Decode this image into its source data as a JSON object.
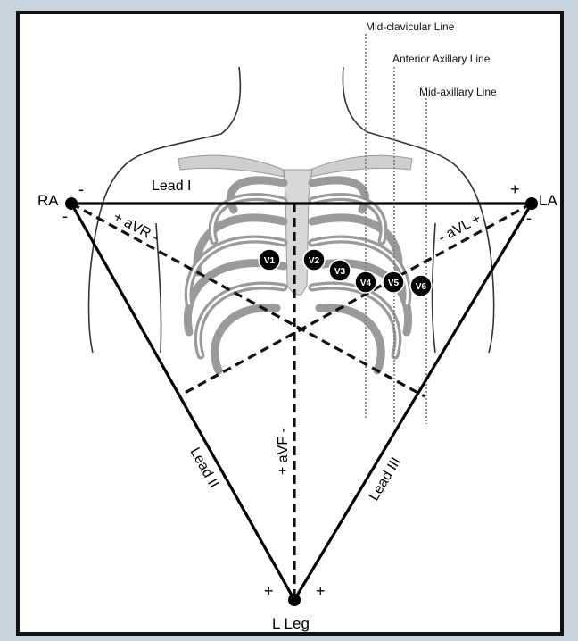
{
  "lines": {
    "mid_clavicular": "Mid-clavicular Line",
    "anterior_axillary": "Anterior Axillary Line",
    "mid_axillary": "Mid-axillary Line"
  },
  "electrodes": {
    "ra": "RA",
    "la": "LA",
    "l_leg": "L Leg"
  },
  "leads": {
    "lead_i": "Lead I",
    "lead_ii": "Lead II",
    "lead_iii": "Lead III",
    "avr": "+ aVR -",
    "avl": "- aVL +",
    "avf": "+ aVF -"
  },
  "signs": {
    "plus": "+",
    "minus": "-"
  },
  "precordial": [
    "V1",
    "V2",
    "V3",
    "V4",
    "V5",
    "V6"
  ]
}
